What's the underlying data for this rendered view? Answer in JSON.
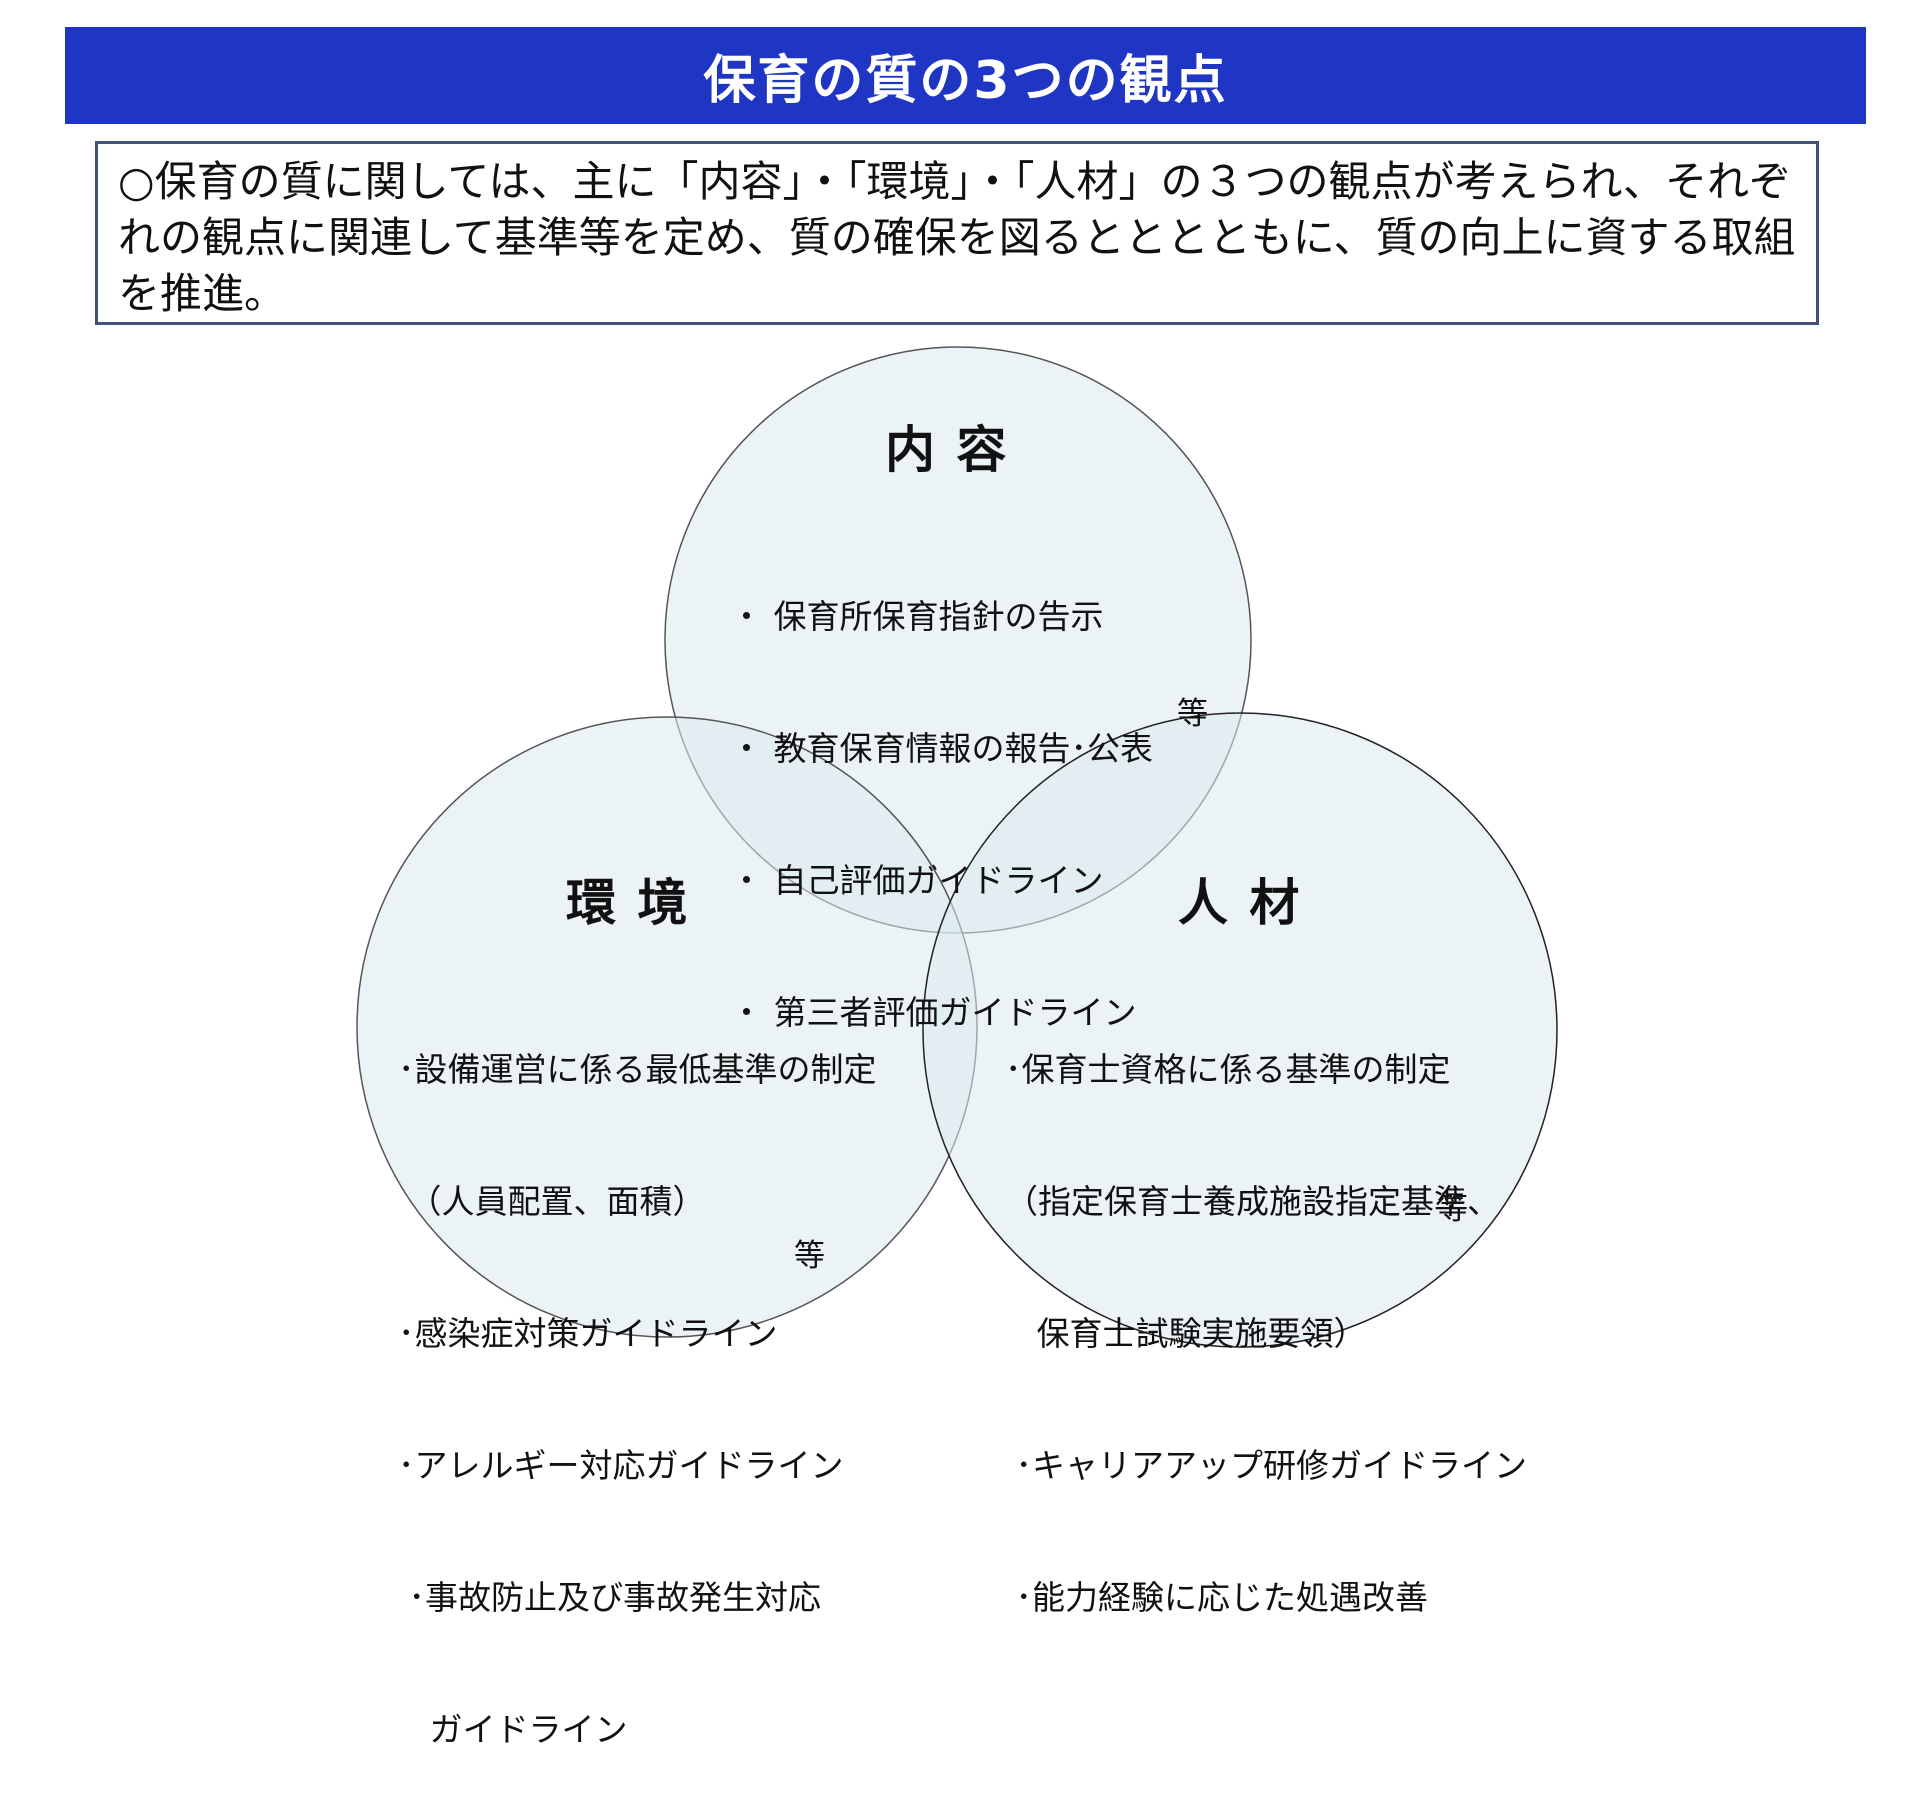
{
  "header": {
    "title": "保育の質の3つの観点"
  },
  "intro": {
    "text": "○保育の質に関しては、主に「内容」・「環境」・「人材」の３つの観点が考えられ、それぞれの観点に関連して基準等を定め、質の確保を図るとととともに、質の向上に資する取組を推進。"
  },
  "circles": {
    "content": {
      "title": "内 容",
      "items": [
        "・ 保育所保育指針の告示",
        "・ 教育保育情報の報告･公表",
        "・ 自己評価ガイドライン",
        "・ 第三者評価ガイドライン"
      ],
      "etc": "等"
    },
    "environment": {
      "title": "環 境",
      "items": [
        "･設備運営に係る最低基準の制定",
        " （人員配置、面積）",
        "･感染症対策ガイドライン",
        "･アレルギー対応ガイドライン",
        " ･事故防止及び事故発生対応",
        "   ガイドライン"
      ],
      "etc": "等"
    },
    "personnel": {
      "title": "人 材",
      "items": [
        "･保育士資格に係る基準の制定",
        "（指定保育士養成施設指定基準、",
        "   保育士試験実施要領）",
        " ･キャリアアップ研修ガイドライン",
        " ･能力経験に応じた処遇改善"
      ],
      "etc": "等"
    }
  },
  "colors": {
    "title_bar": "#1f35c4",
    "box_border": "#44527a",
    "circle_fill": "#dce9f1",
    "circle_stroke": "#555555"
  }
}
